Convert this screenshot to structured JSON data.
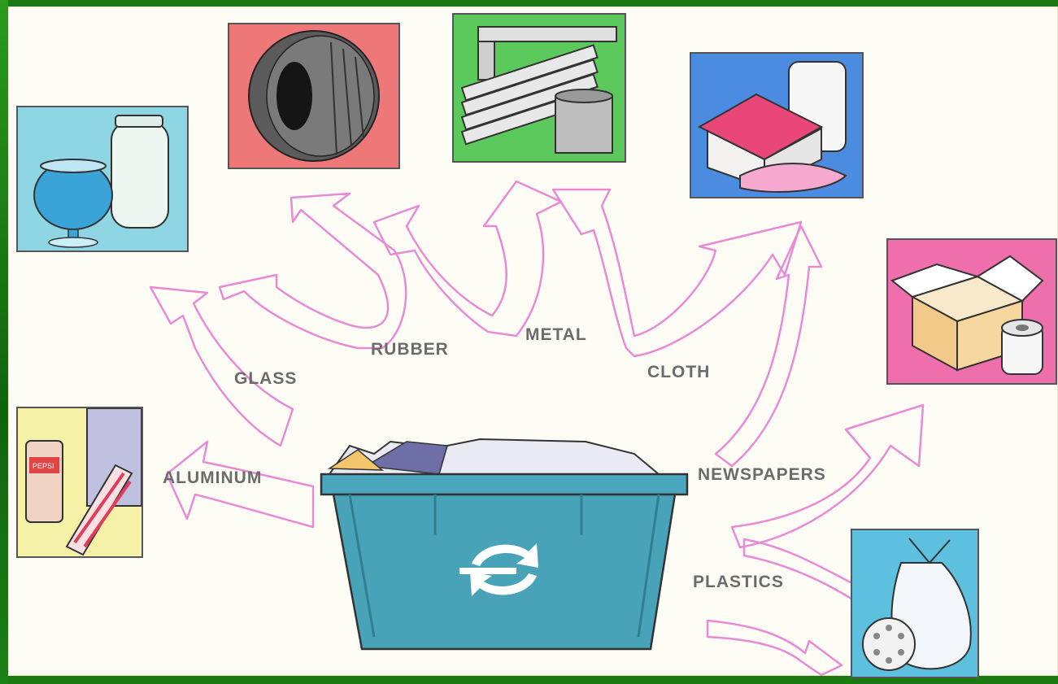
{
  "labels": {
    "glass": "GLASS",
    "rubber": "RUBBER",
    "metal": "METAL",
    "cloth": "CLOTH",
    "aluminum": "ALUMINUM",
    "newspapers": "NEWSPAPERS",
    "plastics": "PLASTICS"
  },
  "can_brand": "PEPSI",
  "colors": {
    "background_green": "#1c7a12",
    "arrow_pink": "#e98ad6",
    "bin_blue": "#48a3b8",
    "label_gray": "#6b6b6b"
  }
}
